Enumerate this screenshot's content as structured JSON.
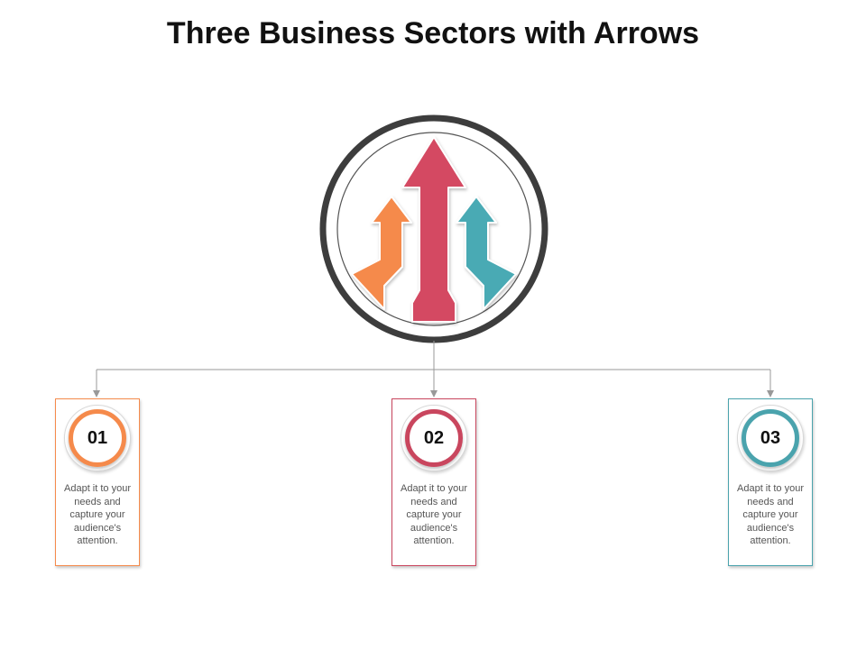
{
  "title": "Three Business Sectors with Arrows",
  "colors": {
    "orange": "#F58A4B",
    "red": "#D44A62",
    "teal": "#4AAAB4",
    "ring": "#3d3d3d",
    "connector": "#999999"
  },
  "hub_icon": "three-arrows-up-icon",
  "sectors": [
    {
      "number": "01",
      "text": "Adapt it to your needs and capture your audience's attention.",
      "color": "#F58A4B"
    },
    {
      "number": "02",
      "text": "Adapt it to your needs and capture your audience's attention.",
      "color": "#C9465E"
    },
    {
      "number": "03",
      "text": "Adapt it to your needs and capture your audience's attention.",
      "color": "#4AA3AD"
    }
  ]
}
